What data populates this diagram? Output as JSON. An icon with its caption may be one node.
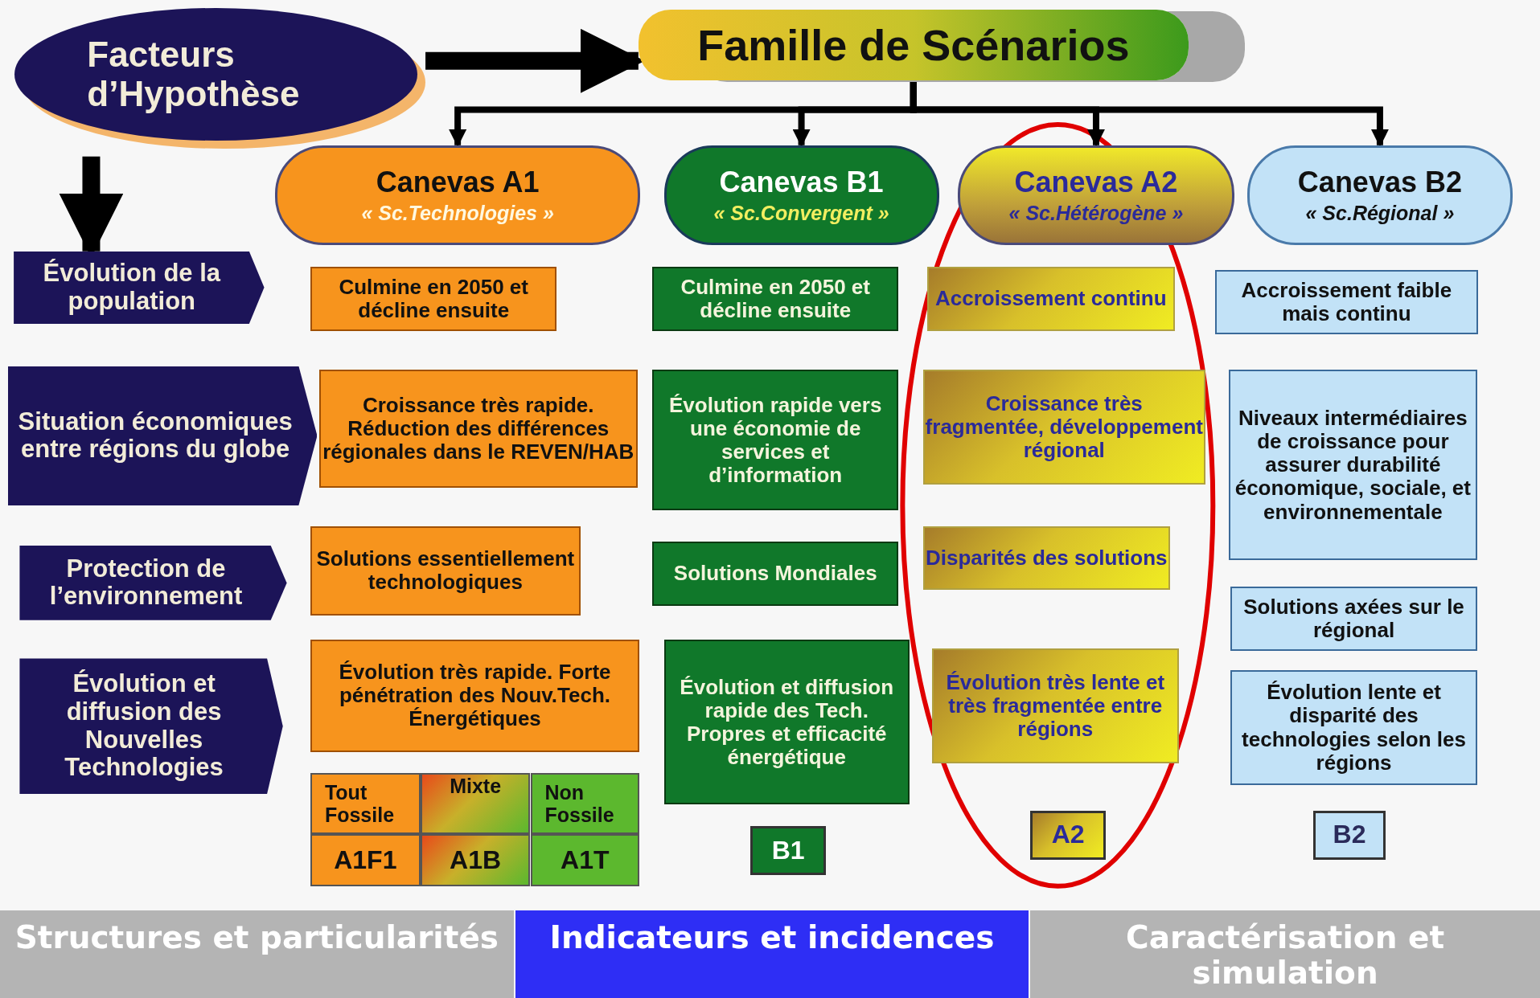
{
  "diagram": {
    "nodes": [
      {
        "text": [
          "Facteurs d’Hypothèse"
        ]
      },
      {
        "text": [
          "Famille de Scénarios"
        ]
      },
      {
        "text": [
          "Canevas A1",
          "« Sc.Technologies »"
        ]
      },
      {
        "text": [
          "Canevas B1",
          "« Sc.Convergent »"
        ]
      },
      {
        "text": [
          "Canevas A2",
          "« Sc.Hétérogène »"
        ]
      },
      {
        "text": [
          "Canevas B2",
          "« Sc.Régional »"
        ]
      },
      {
        "text": [
          "Évolution de la population"
        ]
      },
      {
        "text": [
          "Situation économiques entre régions du globe"
        ]
      },
      {
        "text": [
          "Protection de l’environnement"
        ]
      },
      {
        "text": [
          "Évolution et diffusion des Nouvelles Technologies"
        ]
      },
      {
        "text": [
          "Culmine en 2050 et décline ensuite"
        ]
      },
      {
        "text": [
          "Culmine en 2050 et décline ensuite"
        ]
      },
      {
        "text": [
          "Accroissement continu"
        ]
      },
      {
        "text": [
          "Accroissement faible mais continu"
        ]
      },
      {
        "text": [
          "Croissance très rapide. Réduction des différences régionales dans le REVEN/HAB"
        ]
      },
      {
        "text": [
          "Évolution rapide vers une économie de services et d’information"
        ]
      },
      {
        "text": [
          "Croissance très fragmentée, développement régional"
        ]
      },
      {
        "text": [
          "Niveaux intermédiaires de croissance pour assurer durabilité économique, sociale, et environnementale"
        ]
      },
      {
        "text": [
          "Solutions essentiellement technologiques"
        ]
      },
      {
        "text": [
          "Solutions Mondiales"
        ]
      },
      {
        "text": [
          "Disparités des solutions"
        ]
      },
      {
        "text": [
          "Solutions axées sur le régional"
        ]
      },
      {
        "text": [
          "Évolution très rapide. Forte pénétration des Nouv.Tech. Énergétiques"
        ]
      },
      {
        "text": [
          "Évolution et diffusion rapide des Tech. Propres et efficacité énergétique"
        ]
      },
      {
        "text": [
          "Évolution très lente et très fragmentée entre régions"
        ]
      },
      {
        "text": [
          "Évolution lente et disparité des technologies selon les régions"
        ]
      },
      {
        "text": [
          "Tout Fossile"
        ]
      },
      {
        "text": [
          "Mixte"
        ]
      },
      {
        "text": [
          "Non Fossile"
        ]
      },
      {
        "text": [
          "A1F1"
        ]
      },
      {
        "text": [
          "A1B"
        ]
      },
      {
        "text": [
          "A1T"
        ]
      },
      {
        "text": [
          "B1"
        ]
      },
      {
        "text": [
          "A2"
        ]
      },
      {
        "text": [
          "B2"
        ]
      },
      {
        "text": [
          "Structures et particularités"
        ]
      },
      {
        "text": [
          "Indicateurs et incidences"
        ]
      },
      {
        "text": [
          "Caractérisation et simulation"
        ]
      }
    ],
    "edges": [
      {
        "from": 0,
        "to": 1,
        "arrow": "to",
        "style": "thick"
      },
      {
        "from": 0,
        "to": 6,
        "arrow": "to",
        "style": "thick"
      },
      {
        "from": 1,
        "to": 2,
        "arrow": "to"
      },
      {
        "from": 1,
        "to": 3,
        "arrow": "to"
      },
      {
        "from": 1,
        "to": 4,
        "arrow": "to"
      },
      {
        "from": 1,
        "to": 5,
        "arrow": "to"
      }
    ]
  }
}
